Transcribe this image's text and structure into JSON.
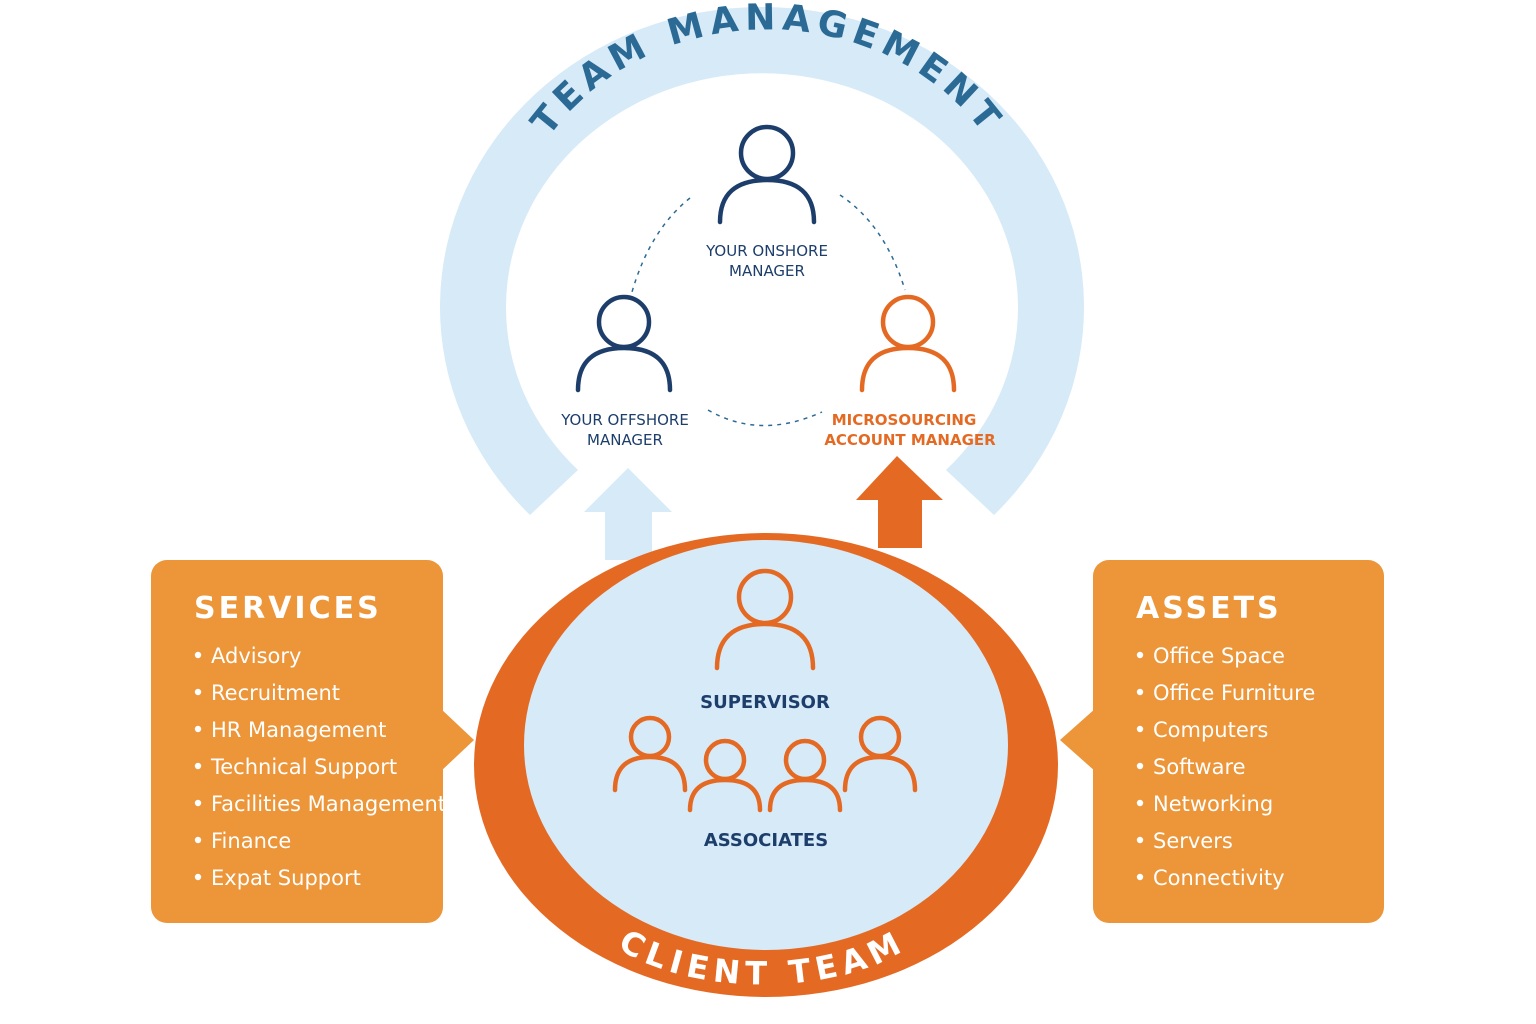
{
  "colors": {
    "light_blue": "#d6eaf8",
    "navy": "#1d3e6b",
    "orange": "#e46a24",
    "box_orange": "#ec9539",
    "arc_title_blue": "#2b6a95",
    "white": "#ffffff"
  },
  "team_management": {
    "title": "TEAM MANAGEMENT",
    "onshore": {
      "line1": "YOUR ONSHORE",
      "line2": "MANAGER",
      "icon": "person-icon"
    },
    "offshore": {
      "line1": "YOUR OFFSHORE",
      "line2": "MANAGER",
      "icon": "person-icon"
    },
    "account_manager": {
      "line1": "MICROSOURCING",
      "line2": "ACCOUNT MANAGER",
      "icon": "person-icon"
    }
  },
  "client_team": {
    "title": "CLIENT TEAM",
    "supervisor_label": "SUPERVISOR",
    "associates_label": "ASSOCIATES",
    "associates_count": 4
  },
  "services": {
    "title": "SERVICES",
    "items": [
      "Advisory",
      "Recruitment",
      "HR Management",
      "Technical Support",
      "Facilities Management",
      "Finance",
      "Expat Support"
    ]
  },
  "assets": {
    "title": "ASSETS",
    "items": [
      "Office Space",
      "Office Furniture",
      "Computers",
      "Software",
      "Networking",
      "Servers",
      "Connectivity"
    ]
  }
}
